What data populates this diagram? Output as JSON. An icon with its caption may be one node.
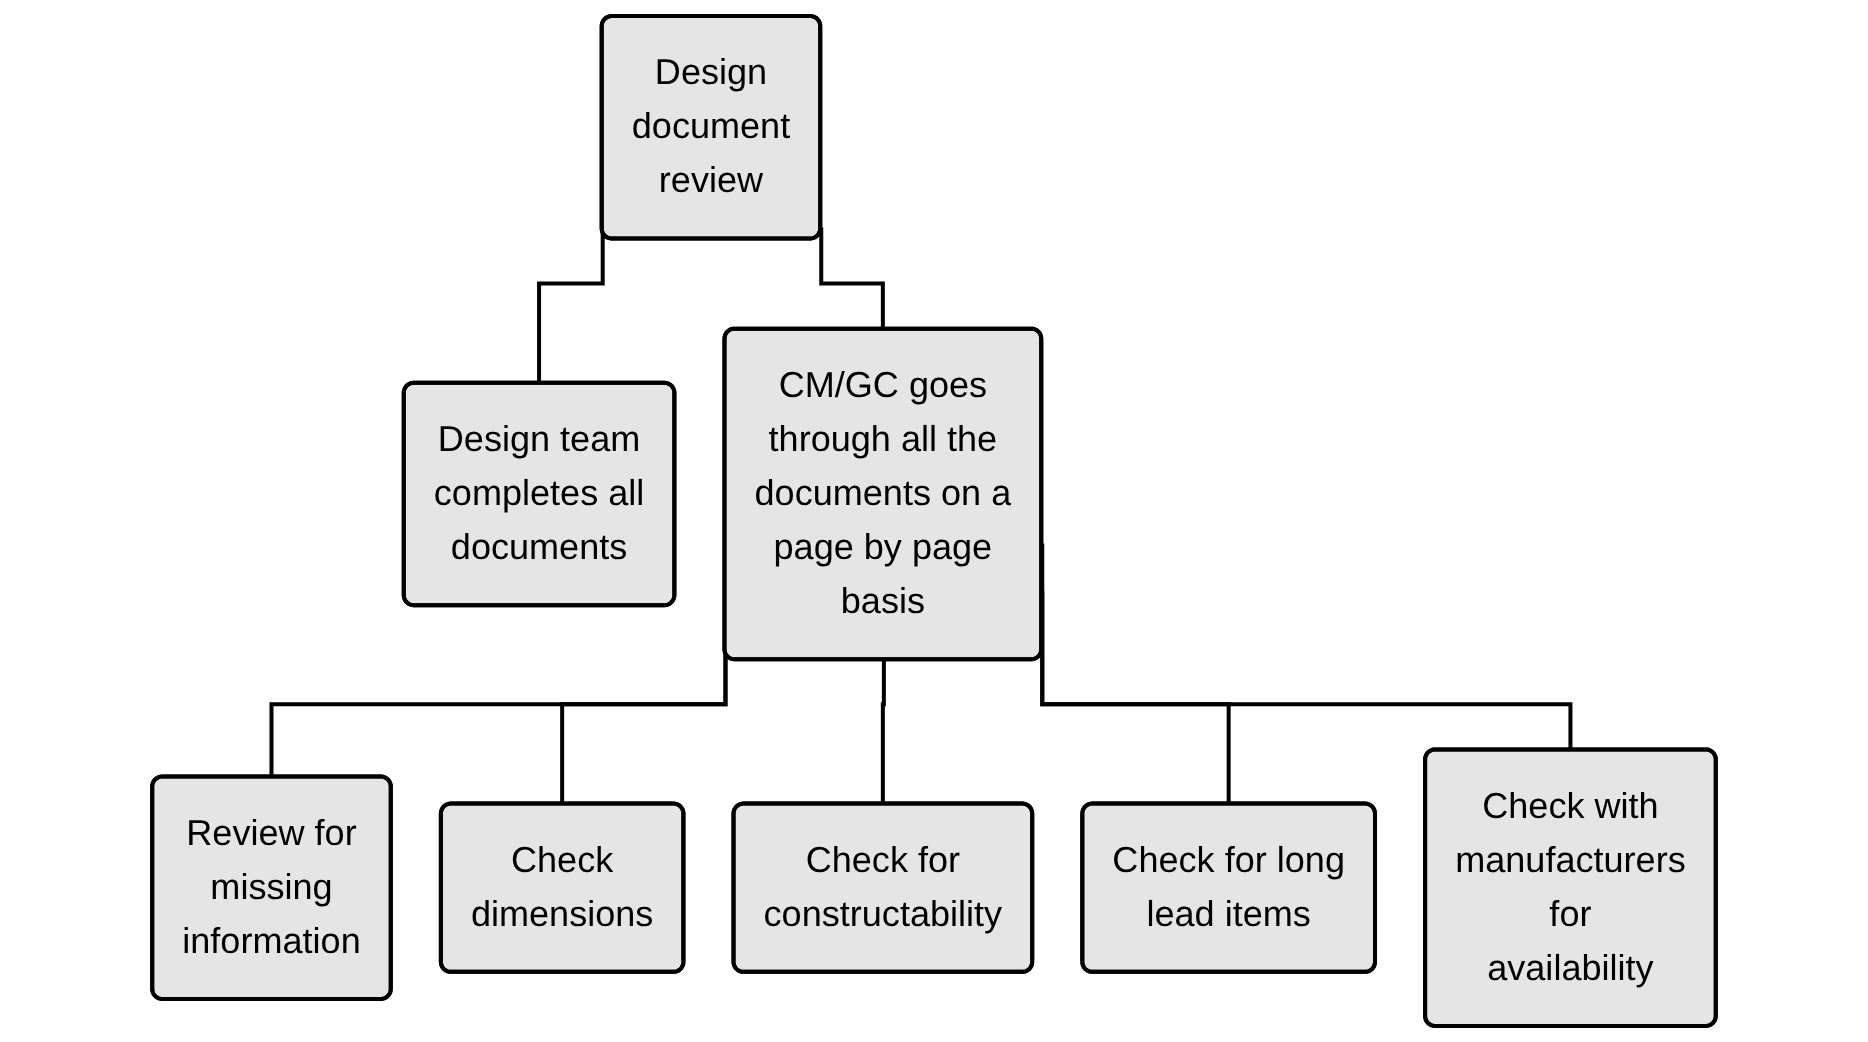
{
  "diagram": {
    "nodes": [
      {
        "text": [
          "Design document review"
        ]
      },
      {
        "text": [
          "Design team completes all documents"
        ]
      },
      {
        "text": [
          "CM/GC goes through all the documents on a page by page basis"
        ]
      },
      {
        "text": [
          "Review for missing information"
        ]
      },
      {
        "text": [
          "Check dimensions"
        ]
      },
      {
        "text": [
          "Check for constructability"
        ]
      },
      {
        "text": [
          "Check for long lead items"
        ]
      },
      {
        "text": [
          "Check with manufacturers for availability"
        ]
      }
    ],
    "edges": [
      {
        "from": 0,
        "to": 1,
        "arrow": "none"
      },
      {
        "from": 0,
        "to": 2,
        "arrow": "none"
      },
      {
        "from": 2,
        "to": 3,
        "arrow": "none"
      },
      {
        "from": 2,
        "to": 4,
        "arrow": "none"
      },
      {
        "from": 2,
        "to": 5,
        "arrow": "none"
      },
      {
        "from": 2,
        "to": 6,
        "arrow": "none"
      },
      {
        "from": 2,
        "to": 7,
        "arrow": "none"
      }
    ]
  }
}
